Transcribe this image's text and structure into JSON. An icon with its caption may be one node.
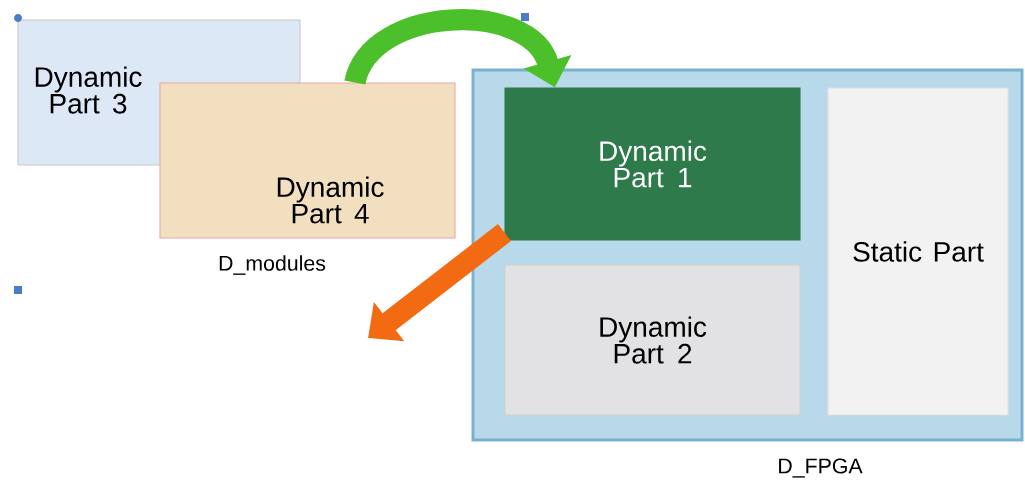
{
  "diagram": {
    "nodes": [
      {
        "text": [
          "Dynamic Part 3"
        ]
      },
      {
        "text": [
          "Dynamic Part 4"
        ],
        "beside": [
          "D_modules"
        ]
      },
      {
        "text": [
          "D_FPGA"
        ]
      },
      {
        "text": [
          "Dynamic Part 1"
        ],
        "in": 2
      },
      {
        "text": [
          "Dynamic Part 2"
        ],
        "in": 2
      },
      {
        "text": [
          "Static Part"
        ],
        "in": 2
      }
    ],
    "edges": [
      {
        "from": 1,
        "to": 3,
        "arrow": "to",
        "color": "#4cc02a"
      },
      {
        "from": 3,
        "to": null,
        "arrow": "to",
        "color": "#f26b12"
      }
    ]
  }
}
